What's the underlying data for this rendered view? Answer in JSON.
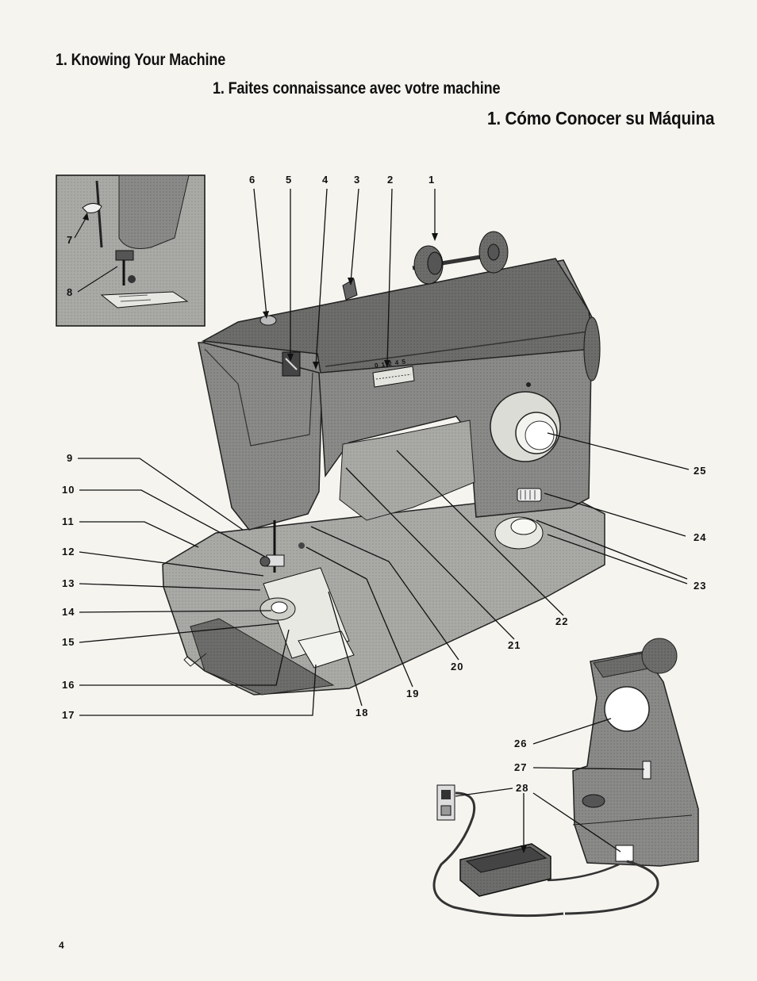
{
  "titles": {
    "en": "1. Knowing Your Machine",
    "fr": "1. Faites connaissance avec votre machine",
    "es": "1. Cómo Conocer su Máquina"
  },
  "callouts": {
    "c1": "1",
    "c2": "2",
    "c3": "3",
    "c4": "4",
    "c5": "5",
    "c6": "6",
    "c7": "7",
    "c8": "8",
    "c9": "9",
    "c10": "10",
    "c11": "11",
    "c12": "12",
    "c13": "13",
    "c14": "14",
    "c15": "15",
    "c16": "16",
    "c17": "17",
    "c18": "18",
    "c19": "19",
    "c20": "20",
    "c21": "21",
    "c22": "22",
    "c23": "23",
    "c24": "24",
    "c25": "25",
    "c26": "26",
    "c27": "27",
    "c28": "28"
  },
  "stitch_dial_label": "0 1 2 4 5",
  "page_number": "4"
}
